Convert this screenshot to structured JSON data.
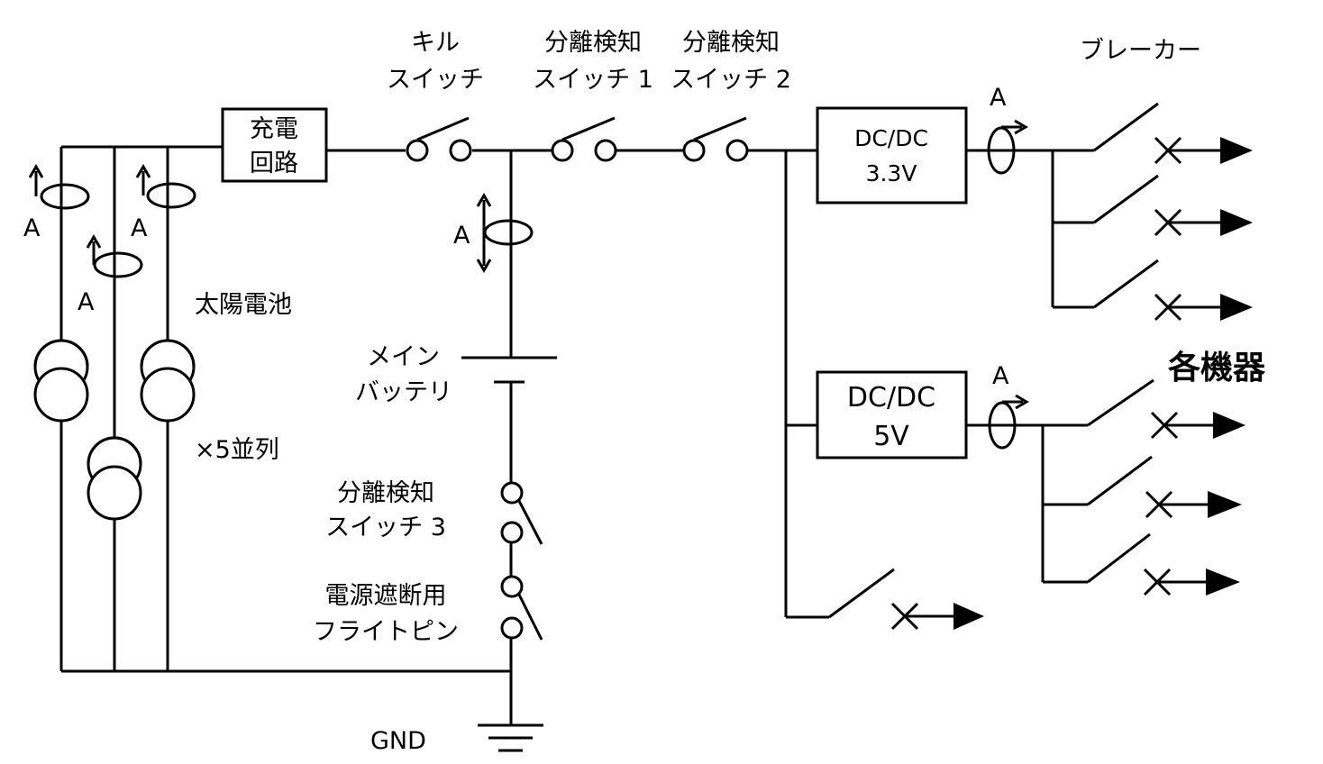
{
  "labels": {
    "kill_switch": [
      "キル",
      "スイッチ"
    ],
    "sep_switch_1": [
      "分離検知",
      "スイッチ 1"
    ],
    "sep_switch_2": [
      "分離検知",
      "スイッチ 2"
    ],
    "breaker": "ブレーカー",
    "charge_circuit": [
      "充電",
      "回路"
    ],
    "dcdc_33": [
      "DC/DC",
      "3.3V"
    ],
    "dcdc_5": [
      "DC/DC",
      "5V"
    ],
    "ammeter": "A",
    "solar_cell": "太陽電池",
    "parallel": "×5並列",
    "main_battery": [
      "メイン",
      "バッテリ"
    ],
    "sep_switch_3": [
      "分離検知",
      "スイッチ 3"
    ],
    "flight_pin": [
      "電源遮断用",
      "フライトピン"
    ],
    "gnd": "GND",
    "devices": "各機器"
  }
}
